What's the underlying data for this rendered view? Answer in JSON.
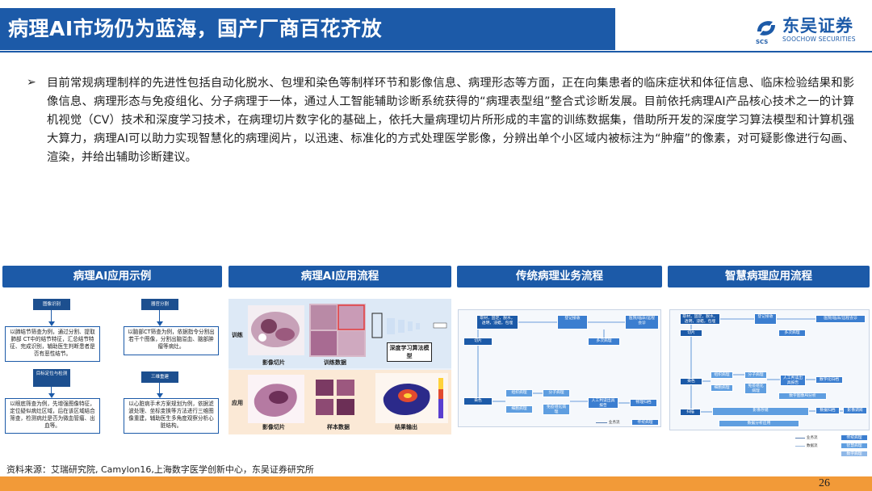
{
  "header": {
    "title": "病理AI市场仍为蓝海，国产厂商百花齐放",
    "logo_cn": "东吴证券",
    "logo_en": "SOOCHOW SECURITIES",
    "logo_abbr": "SCS"
  },
  "body": {
    "bullet": "➢",
    "paragraph": "目前常规病理制样的先进性包括自动化脱水、包埋和染色等制样环节和影像信息、病理形态等方面，正在向集患者的临床症状和体征信息、临床检验结果和影像信息、病理形态与免疫组化、分子病理于一体，通过人工智能辅助诊断系统获得的“病理表型组”整合式诊断发展。目前依托病理AI产品核心技术之一的计算机视觉（CV）技术和深度学习技术，在病理切片数字化的基础上，依托大量病理切片所形成的丰富的训练数据集，借助所开发的深度学习算法模型和计算机强大算力，病理AI可以助力实现智慧化的病理阅片，以迅速、标准化的方式处理医学影像，分辨出单个小区域内被标注为“肿瘤”的像素，对可疑影像进行勾画、渲染，并给出辅助诊断建议。"
  },
  "sections": [
    {
      "title": "病理AI应用示例"
    },
    {
      "title": "病理AI应用流程"
    },
    {
      "title": "传统病理业务流程"
    },
    {
      "title": "智慧病理应用流程"
    }
  ],
  "example_panel": {
    "tags": [
      "图像识别",
      "器官分割",
      "目标定位与检测",
      "三维重建"
    ],
    "boxes": [
      "以肺结节筛查为例，通过分割、提取肺部 CT中的结节特征，汇总结节特征、完成识别，辅助医生判断患者是否有恶性结节。",
      "以脑部CT筛查为例，依据指令分割出若干个图像，分割出脑溢血、脑部肿瘤等病灶。",
      "以眼底筛查为例，先增强图像特征，定位疑似病灶区域，后在该区域结合筛查，检测病灶是否为微血管瘤、出血等。",
      "以心脏病手术方案规划为例，依据滤波处理、坐标变换等方法进行三维图像重建，辅助医生多角度观察分析心脏结构。"
    ]
  },
  "workflow_panel": {
    "row_train": "训练",
    "row_app": "应用",
    "slice_label": "影像切片",
    "train_data_label": "训练数据",
    "model_label": "深度学习算法模型",
    "sample_label": "样本数据",
    "result_label": "结果输出"
  },
  "traditional_flow": {
    "nodes": [
      "取材，固定，脱水，透明，浸蜡，包埋",
      "登记接收",
      "医院/临床/远程会诊",
      "切片",
      "多次病理",
      "染色",
      "组织病理",
      "分子病理",
      "细胞病理",
      "免疫组化病理",
      "人工判读出具报告",
      "物理归档"
    ],
    "legend": [
      "业务流",
      "传统病理"
    ]
  },
  "smart_flow": {
    "nodes": [
      "取材，固定，脱水，透明，浸蜡，包埋",
      "登记接收",
      "医院/临床/远程会诊",
      "切片",
      "多次病理",
      "染色",
      "组织病理",
      "分子病理",
      "细胞病理",
      "免疫组化病理",
      "人工判读出具报告",
      "数字化归档",
      "扫描",
      "影像存储",
      "数据归档",
      "影像调阅",
      "数据分析应用",
      "数字图像AI分析"
    ],
    "legend": [
      "业务流",
      "传统病理",
      "数据流",
      "智慧病理",
      "数字病理"
    ]
  },
  "footer": {
    "source": "资料来源：艾瑞研究院, Camylon16,上海数字医学创新中心，东吴证券研究所",
    "page": "26"
  },
  "colors": {
    "brand_blue": "#1c5aa8",
    "accent_orange": "#f29a38"
  }
}
